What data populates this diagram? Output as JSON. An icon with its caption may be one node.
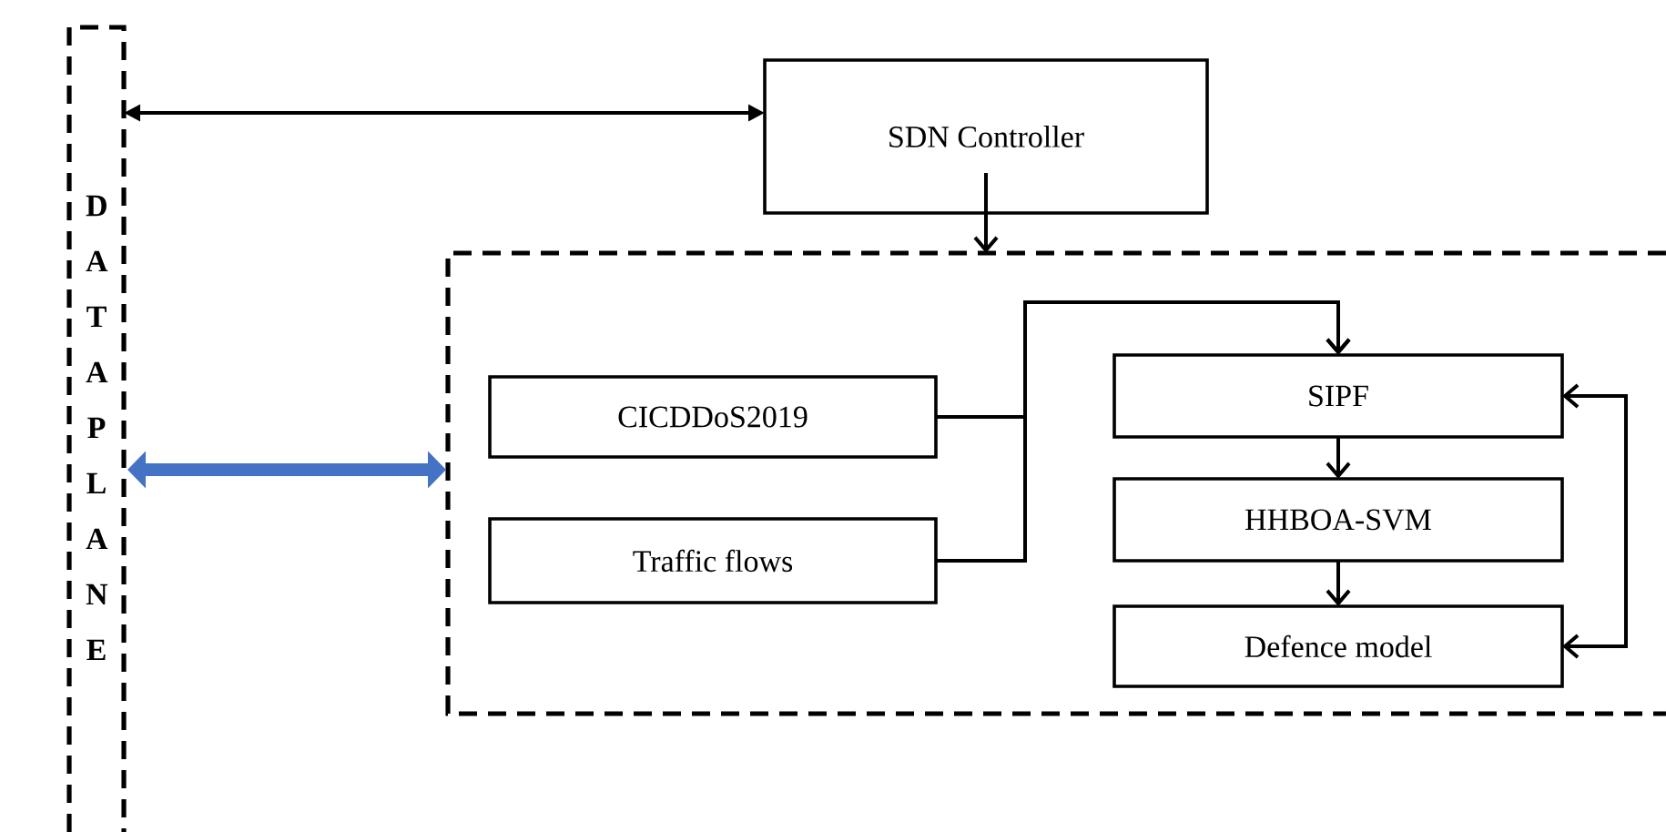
{
  "diagram": {
    "nodes": [
      {
        "text": [
          "DATA PLANE"
        ]
      },
      {
        "text": [
          "SDN Controller"
        ]
      },
      {
        "text": [],
        "shape": "box"
      },
      {
        "text": [
          "CICDDoS2019"
        ],
        "in": 2
      },
      {
        "text": [
          "Traffic flows"
        ],
        "in": 2
      },
      {
        "text": [
          "SIPF"
        ],
        "in": 2
      },
      {
        "text": [
          "HHBOA-SVM"
        ],
        "in": 2
      },
      {
        "text": [
          "Defence model"
        ],
        "in": 2
      }
    ],
    "edges": [
      {
        "from": 0,
        "to": 1,
        "arrow": "both"
      },
      {
        "from": 1,
        "to": 2,
        "arrow": "to"
      },
      {
        "from": 0,
        "to": 2,
        "arrow": "both",
        "style": "thick",
        "color": "#4472c4"
      },
      {
        "from": 3,
        "to": 5,
        "arrow": "to"
      },
      {
        "from": 4,
        "to": 5,
        "arrow": "to"
      },
      {
        "from": 5,
        "to": 6,
        "arrow": "to"
      },
      {
        "from": 6,
        "to": 7,
        "arrow": "to"
      },
      {
        "from": 7,
        "to": 5,
        "arrow": "both"
      }
    ]
  }
}
